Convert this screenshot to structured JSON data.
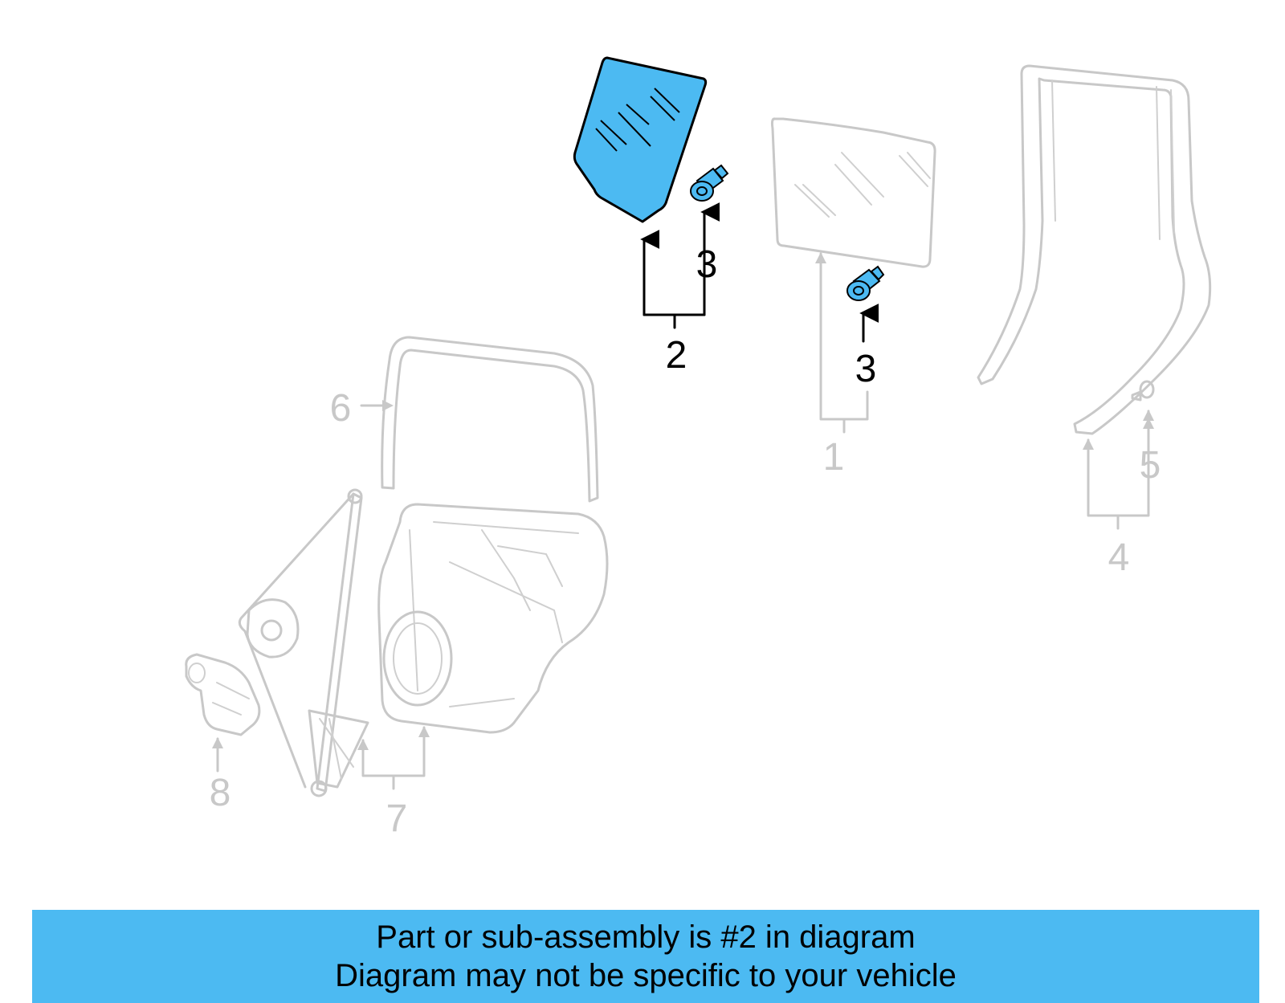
{
  "callouts": {
    "c1": "1",
    "c2": "2",
    "c3a": "3",
    "c3b": "3",
    "c4": "4",
    "c5": "5",
    "c6": "6",
    "c7": "7",
    "c8": "8"
  },
  "highlight_part": "2",
  "colors": {
    "highlight": "#4cbaf2",
    "inactive_line": "#c8c8c8",
    "active_line": "#000000",
    "banner_bg": "#4cbaf2"
  },
  "banner": {
    "line1": "Part or sub-assembly is #2 in diagram",
    "line2": "Diagram may not be specific to your vehicle"
  }
}
